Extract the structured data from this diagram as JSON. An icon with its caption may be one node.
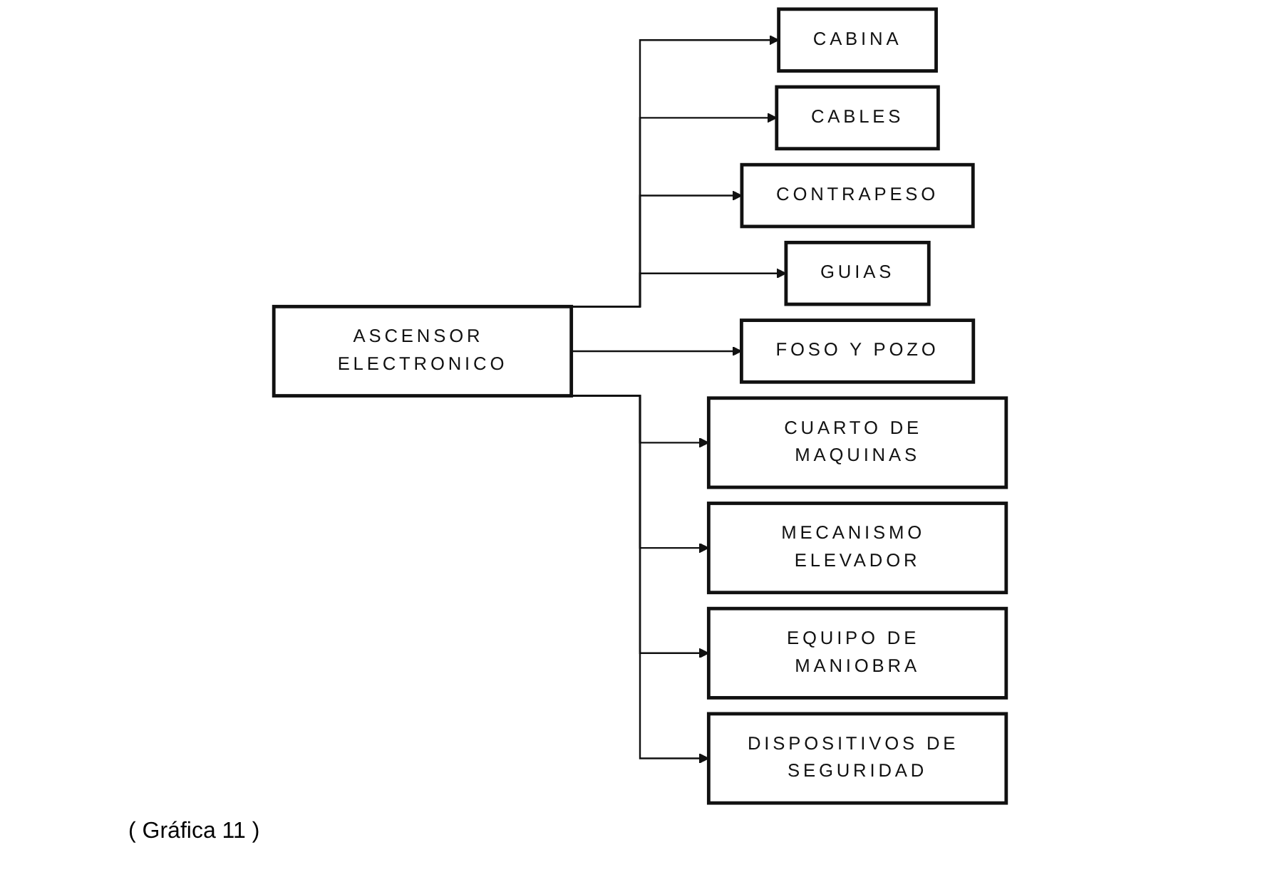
{
  "diagram": {
    "caption": "( Gráfica 11 )",
    "nodes": [
      {
        "text": [
          "ASCENSOR ELECTRONICO"
        ]
      },
      {
        "text": [
          "CABINA"
        ]
      },
      {
        "text": [
          "CABLES"
        ]
      },
      {
        "text": [
          "CONTRAPESO"
        ]
      },
      {
        "text": [
          "GUIAS"
        ]
      },
      {
        "text": [
          "FOSO Y POZO"
        ]
      },
      {
        "text": [
          "CUARTO DE MAQUINAS"
        ]
      },
      {
        "text": [
          "MECANISMO ELEVADOR"
        ]
      },
      {
        "text": [
          "EQUIPO DE MANIOBRA"
        ]
      },
      {
        "text": [
          "DISPOSITIVOS DE SEGURIDAD"
        ]
      }
    ],
    "edges": [
      {
        "from": 0,
        "to": 1,
        "arrow": "to"
      },
      {
        "from": 0,
        "to": 2,
        "arrow": "to"
      },
      {
        "from": 0,
        "to": 3,
        "arrow": "to"
      },
      {
        "from": 0,
        "to": 4,
        "arrow": "to"
      },
      {
        "from": 0,
        "to": 5,
        "arrow": "to"
      },
      {
        "from": 0,
        "to": 6,
        "arrow": "to"
      },
      {
        "from": 0,
        "to": 7,
        "arrow": "to"
      },
      {
        "from": 0,
        "to": 8,
        "arrow": "to"
      },
      {
        "from": 0,
        "to": 9,
        "arrow": "to"
      }
    ]
  }
}
